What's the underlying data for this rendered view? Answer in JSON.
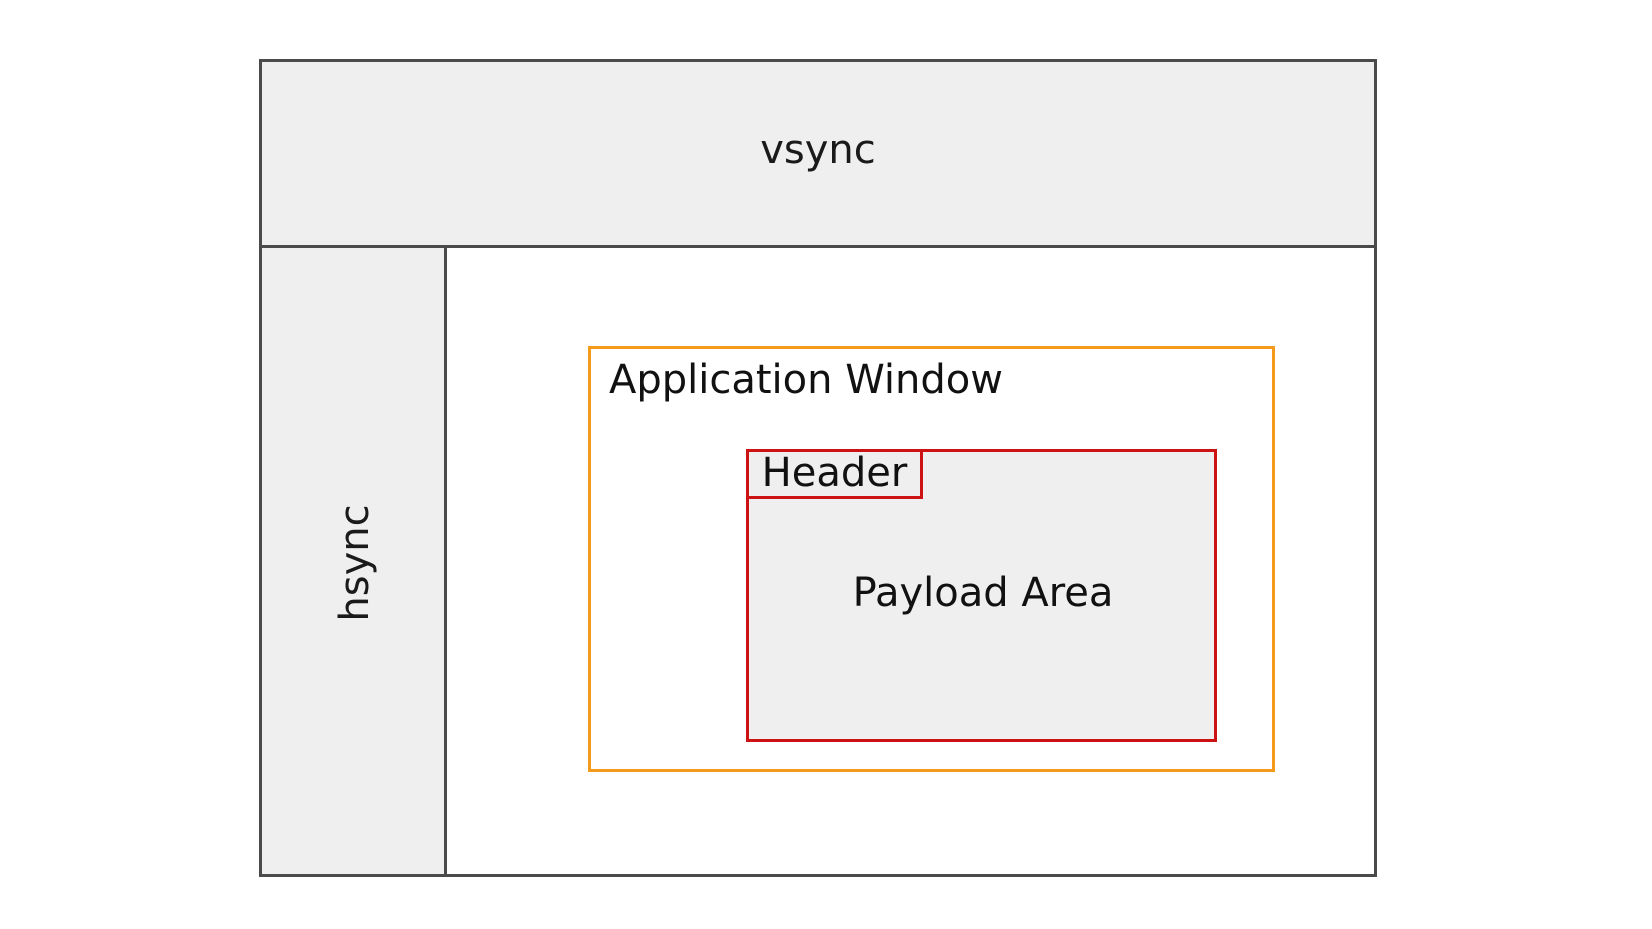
{
  "regions": {
    "vsync": "vsync",
    "hsync": "hsync"
  },
  "application_window": {
    "title": "Application Window",
    "header": "Header",
    "payload": "Payload Area"
  },
  "colors": {
    "frame_stroke": "#4a4a4a",
    "sync_fill": "#efefef",
    "app_window_stroke": "#f59a1b",
    "payload_stroke": "#cc1212",
    "payload_fill": "#efefef"
  }
}
